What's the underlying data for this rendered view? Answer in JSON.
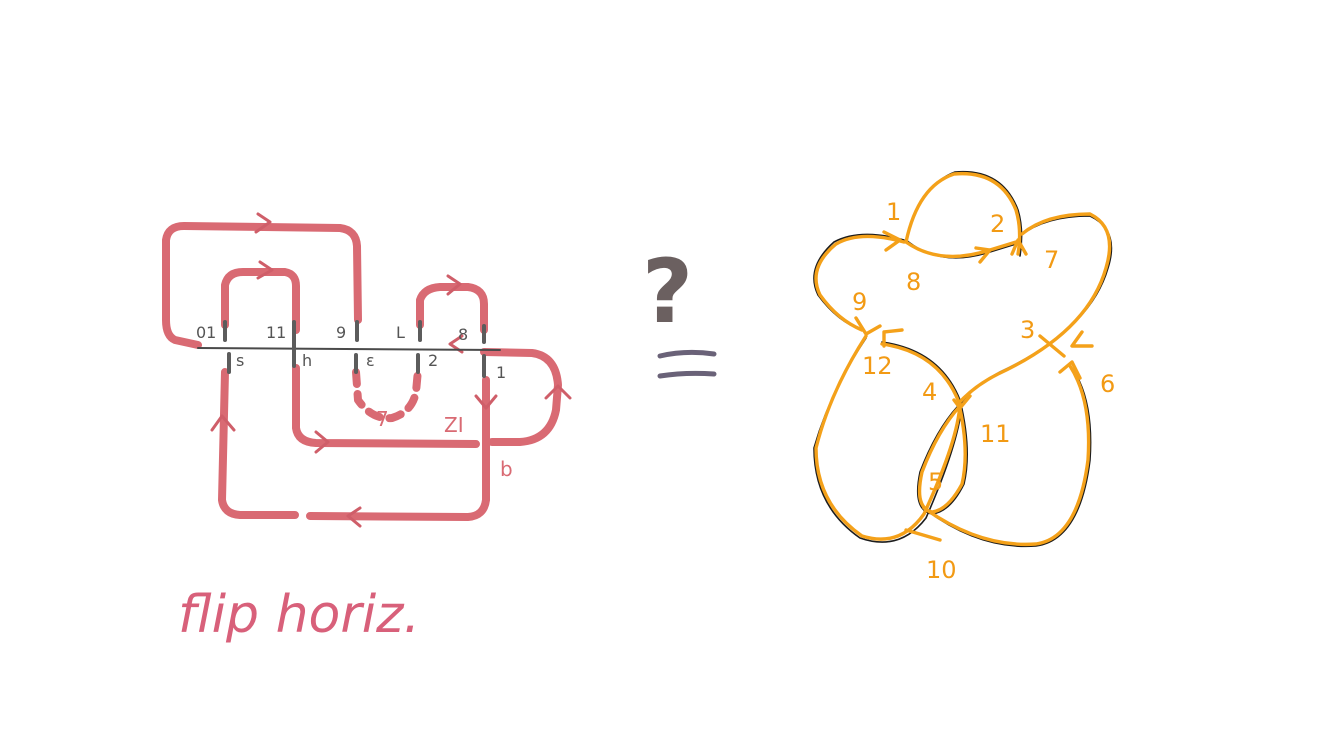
{
  "left_diagram": {
    "crossing_labels_top": [
      "01",
      "11",
      "9",
      "L",
      "8"
    ],
    "crossing_labels_bottom": [
      "s",
      "h",
      "ε",
      "2",
      "1"
    ],
    "extra_labels": [
      "7",
      "ZI",
      "b"
    ],
    "stroke_color": "#d96a73"
  },
  "question": {
    "mark": "?",
    "symbol": "equals-with-tilde"
  },
  "right_diagram": {
    "labels": [
      "1",
      "8",
      "2",
      "7",
      "9",
      "12",
      "3",
      "6",
      "4",
      "11",
      "5",
      "10"
    ],
    "stroke_color": "#f4a11a"
  },
  "caption": "flip horiz."
}
